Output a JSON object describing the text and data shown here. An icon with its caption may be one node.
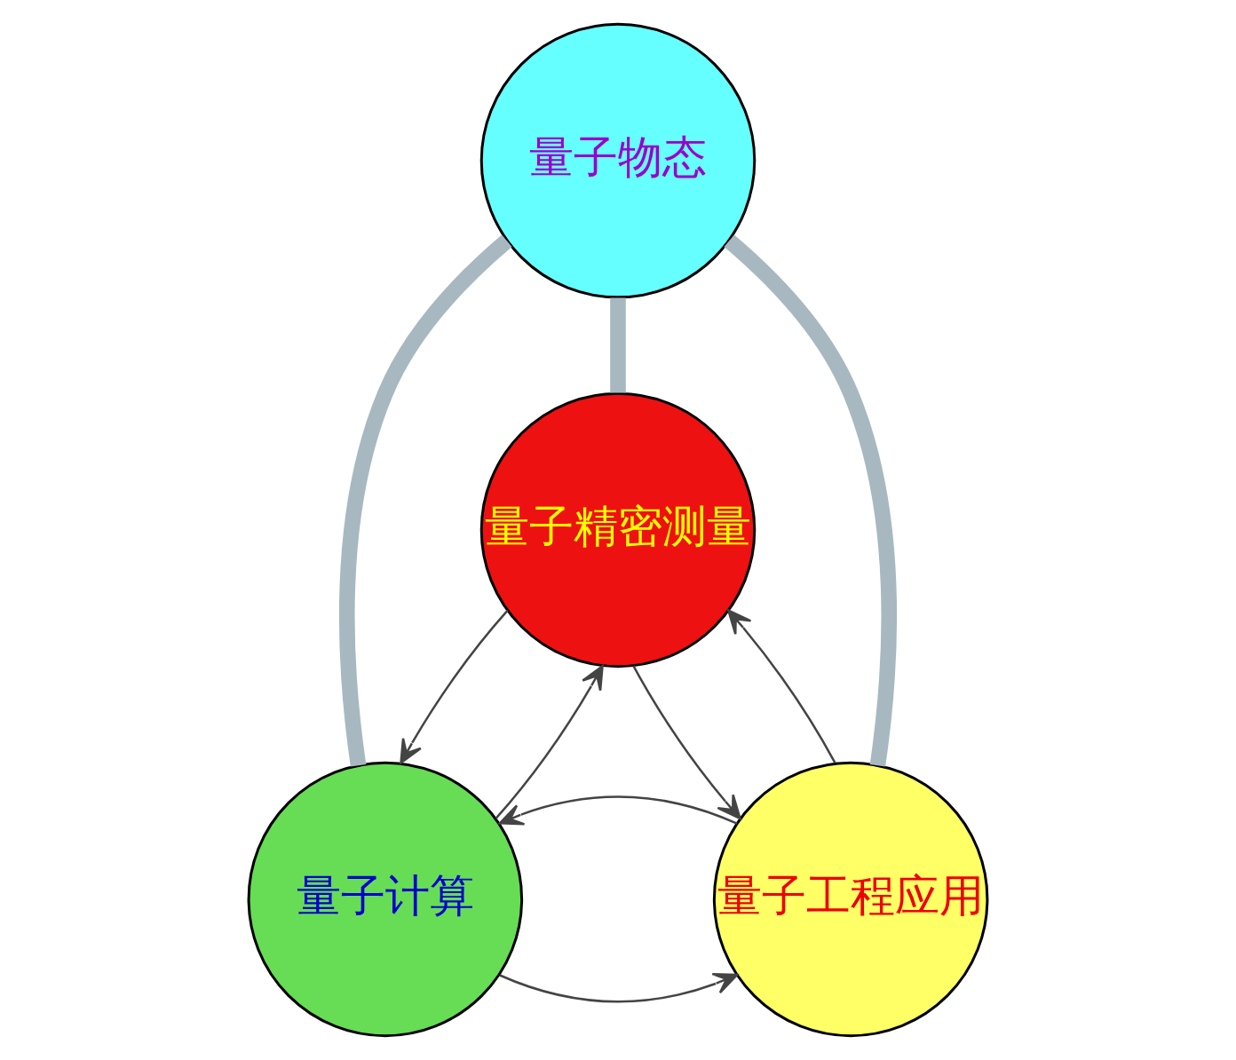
{
  "diagram": {
    "nodes": [
      {
        "text": [
          "量子精密测量"
        ]
      },
      {
        "text": [
          "量子物态"
        ]
      },
      {
        "text": [
          "量子计算"
        ]
      },
      {
        "text": [
          "量子工程应用"
        ]
      }
    ],
    "edges": [
      {
        "from": 1,
        "to": 0,
        "arrow": "none",
        "style": "thick",
        "color": "#a8b8c0"
      },
      {
        "from": 1,
        "to": 2,
        "arrow": "none",
        "style": "thick",
        "color": "#a8b8c0"
      },
      {
        "from": 1,
        "to": 3,
        "arrow": "none",
        "style": "thick",
        "color": "#a8b8c0"
      },
      {
        "from": 0,
        "to": 2,
        "arrow": "to"
      },
      {
        "from": 2,
        "to": 0,
        "arrow": "to"
      },
      {
        "from": 0,
        "to": 3,
        "arrow": "to"
      },
      {
        "from": 3,
        "to": 0,
        "arrow": "to"
      },
      {
        "from": 2,
        "to": 3,
        "arrow": "to"
      },
      {
        "from": 3,
        "to": 2,
        "arrow": "to"
      }
    ]
  }
}
